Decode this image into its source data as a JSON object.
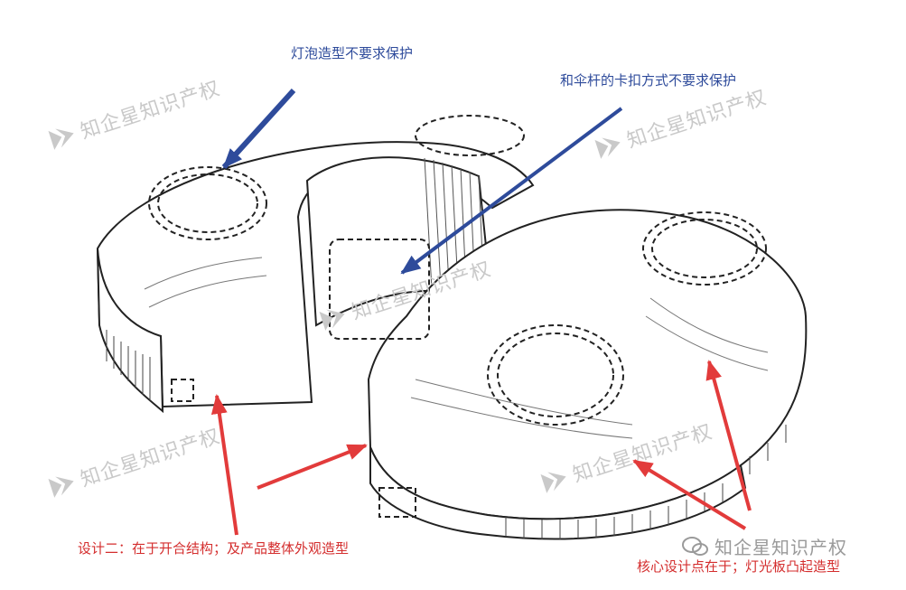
{
  "annotations": {
    "top_left": "灯泡造型不要求保护",
    "top_right": "和伞杆的卡扣方式不要求保护",
    "bottom_left": "设计二：在于开合结构；及产品整体外观造型",
    "bottom_right": "核心设计点在于；灯光板凸起造型"
  },
  "watermark": "知企星知识产权",
  "colors": {
    "blue": "#2e4b9b",
    "red": "#d42e2e"
  }
}
